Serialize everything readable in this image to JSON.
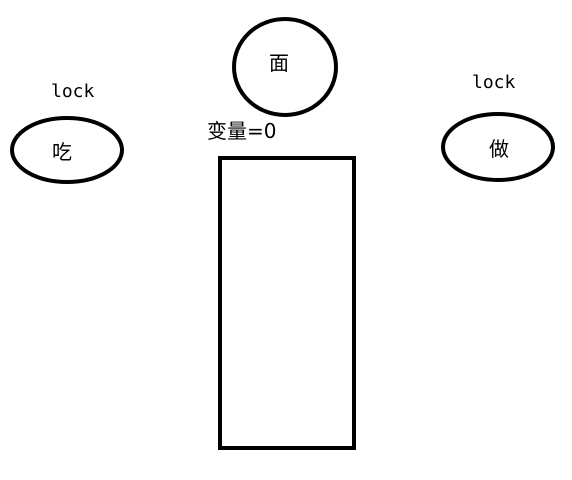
{
  "diagram": {
    "nodes": {
      "left_circle": {
        "label": "吃"
      },
      "top_circle": {
        "label": "面"
      },
      "right_circle": {
        "label": "做"
      },
      "container": {
        "label": ""
      }
    },
    "annotations": {
      "left_lock": "lock",
      "right_lock": "lock",
      "variable": "变量=0"
    }
  }
}
